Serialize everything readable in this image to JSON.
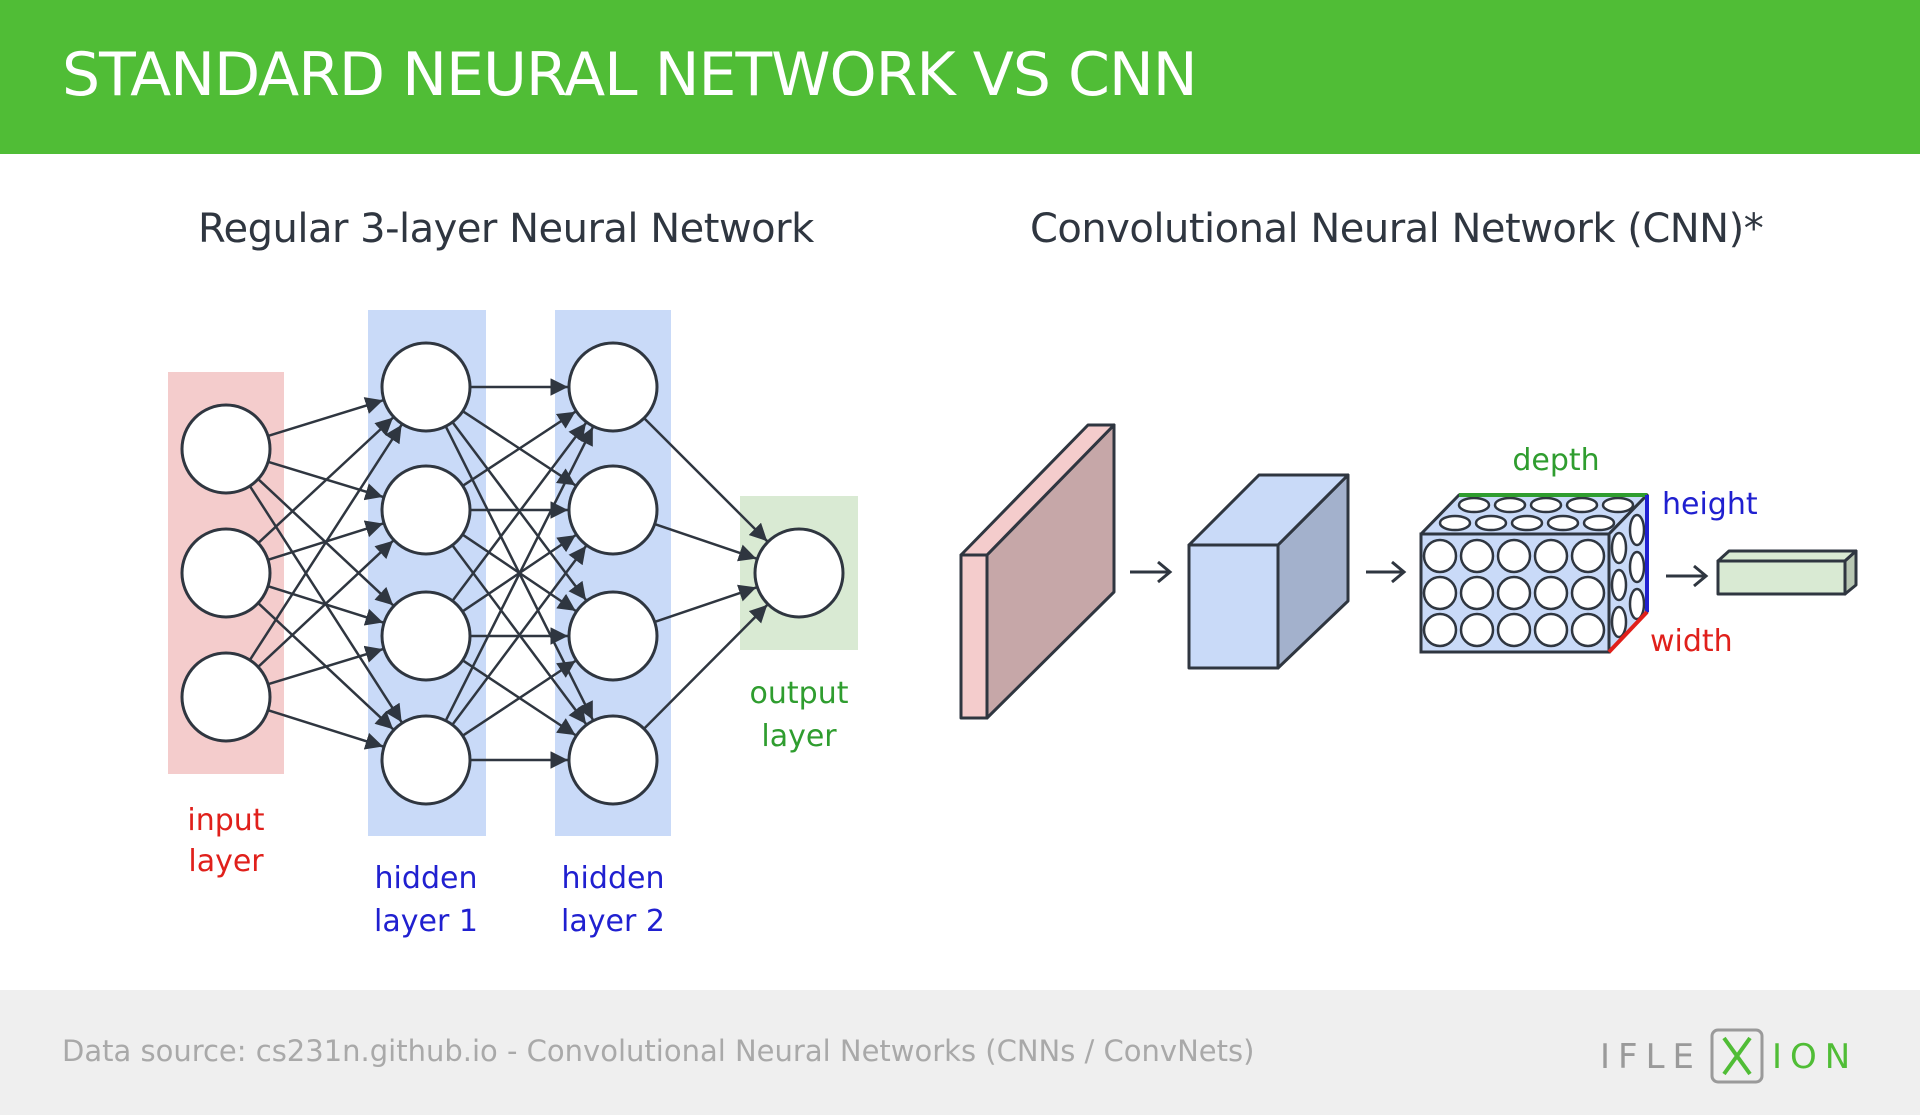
{
  "header": {
    "title": "STANDARD NEURAL NETWORK VS CNN"
  },
  "left_diagram": {
    "title": "Regular 3-layer Neural Network",
    "labels": {
      "input": [
        "input",
        "layer"
      ],
      "hidden1": [
        "hidden",
        "layer 1"
      ],
      "hidden2": [
        "hidden",
        "layer 2"
      ],
      "output": [
        "output",
        "layer"
      ]
    },
    "layer_sizes": [
      3,
      4,
      4,
      1
    ]
  },
  "right_diagram": {
    "title": "Convolutional Neural Network (CNN)*",
    "labels": {
      "depth": "depth",
      "height": "height",
      "width": "width"
    }
  },
  "footer": {
    "source": "Data source: cs231n.github.io - Convolutional Neural Networks (CNNs / ConvNets)",
    "logo_text": "IFLEXION"
  },
  "colors": {
    "header_green": "#50bd36",
    "input_band": "#f4cccc",
    "hidden_band": "#c9daf8",
    "output_band": "#d9ead3",
    "input_label": "#e0201b",
    "hidden_label": "#2020d0",
    "output_label": "#2f9d2f",
    "footer_bg": "#efefef",
    "footer_text": "#a9a9a9"
  }
}
